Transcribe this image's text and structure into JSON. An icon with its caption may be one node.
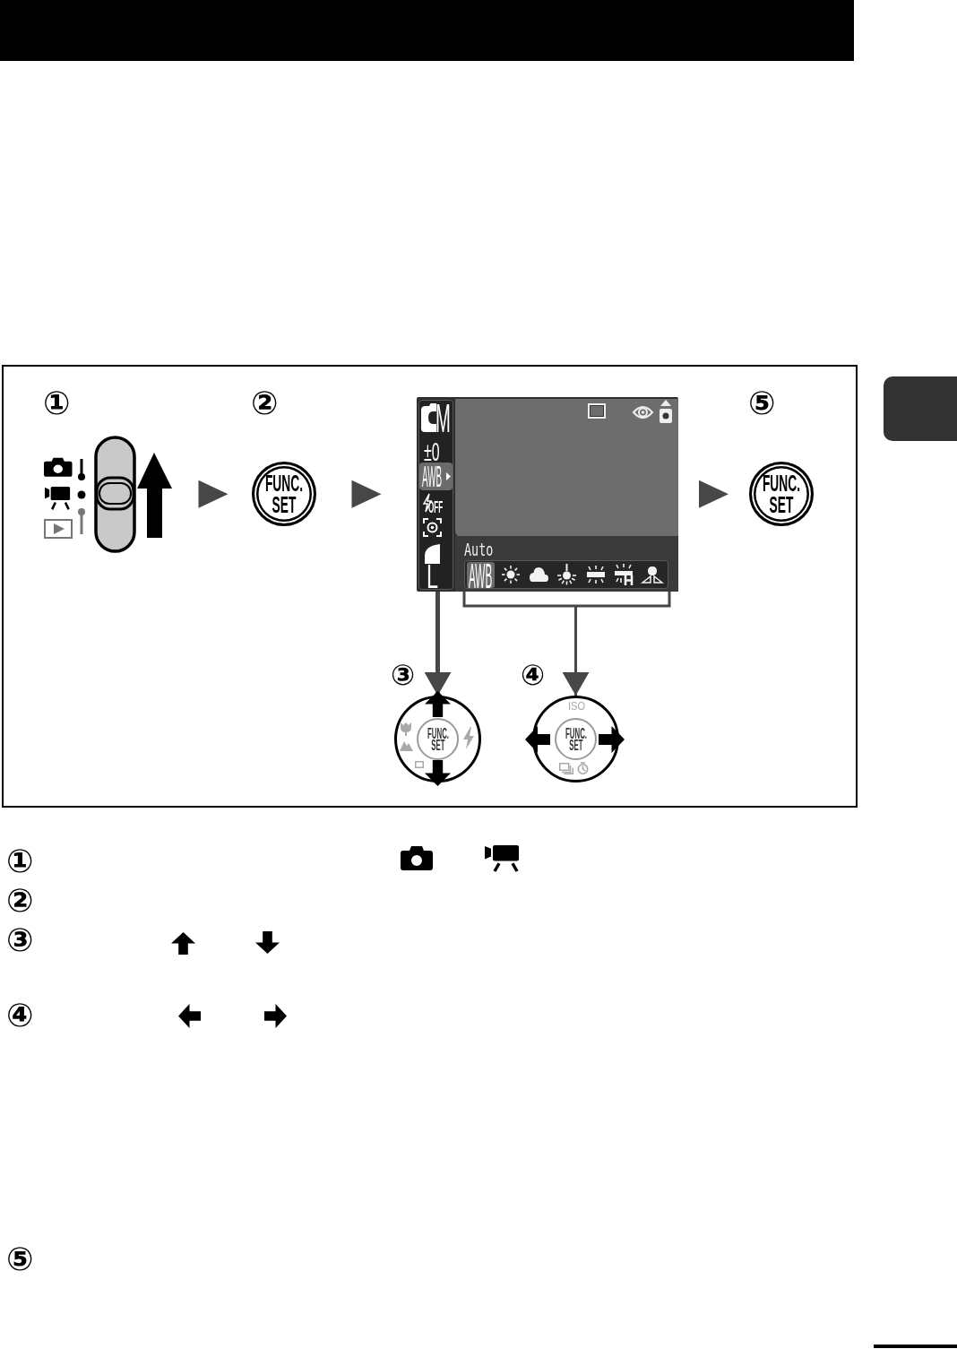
{
  "diagram": {
    "nodes": [
      {
        "text": [],
        "shape": "picture",
        "beside": [
          "①"
        ]
      },
      {
        "text": [
          "FUNC. SET"
        ],
        "beside": [
          "②"
        ]
      },
      {
        "text": [],
        "shape": "box"
      },
      {
        "text": [
          "M",
          "±0",
          "AWB",
          "OFF",
          "L"
        ],
        "in": 2
      },
      {
        "text": [
          "Auto",
          "AWB"
        ],
        "in": 2
      },
      {
        "text": [
          "FUNC. SET"
        ],
        "beside": [
          "⑤"
        ]
      },
      {
        "text": [
          "FUNC. SET"
        ],
        "beside": [
          "③"
        ]
      },
      {
        "text": [
          "ISO",
          "FUNC. SET"
        ],
        "beside": [
          "④"
        ]
      },
      {
        "text": [],
        "shape": "box"
      }
    ],
    "edges": [
      {
        "from": 0,
        "to": 1,
        "arrow": "to"
      },
      {
        "from": 1,
        "to": 2,
        "arrow": "to"
      },
      {
        "from": 2,
        "to": 5,
        "arrow": "to"
      },
      {
        "from": 3,
        "to": 6,
        "arrow": "to"
      },
      {
        "from": 4,
        "to": 7,
        "arrow": "to"
      }
    ],
    "labels": [
      "①",
      "②",
      "③",
      "④",
      "⑤"
    ]
  }
}
